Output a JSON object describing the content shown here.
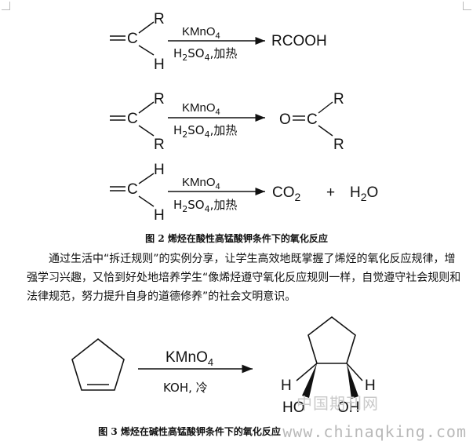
{
  "reactions": {
    "r1": {
      "sub_top": "R",
      "sub_bottom": "H",
      "reagent_top": "KMnO4",
      "reagent_bottom": "H2SO4,加热",
      "product": "RCOOH"
    },
    "r2": {
      "sub_top": "R",
      "sub_bottom": "R",
      "reagent_top": "KMnO4",
      "reagent_bottom": "H2SO4,加热",
      "product_top": "R",
      "product_bottom": "R"
    },
    "r3": {
      "sub_top": "H",
      "sub_bottom": "H",
      "reagent_top": "KMnO4",
      "reagent_bottom": "H2SO4,加热",
      "product_1": "CO2",
      "plus": "+",
      "product_2": "H2O"
    },
    "r4": {
      "reagent_top": "KMnO4",
      "reagent_bottom": "KOH, 冷",
      "h_left": "H",
      "h_right": "H",
      "oh_left": "HO",
      "oh_right": "OH"
    }
  },
  "captions": {
    "fig2": "图 2  烯烃在酸性高锰酸钾条件下的氧化反应",
    "fig3": "图 3  烯烃在碱性高锰酸钾条件下的氧化反应"
  },
  "paragraph": {
    "text": "通过生活中“拆迁规则”的实例分享，让学生高效地既掌握了烯烃的氧化反应规律，增强学习兴趣，又恰到好处地培养学生“像烯烃遵守氧化反应规则一样，自觉遵守社会规则和法律规范，努力提升自身的道德修养”的社会文明意识。"
  },
  "watermark": {
    "name": "中国期刊网",
    "url": "www.chinaqking.com"
  }
}
